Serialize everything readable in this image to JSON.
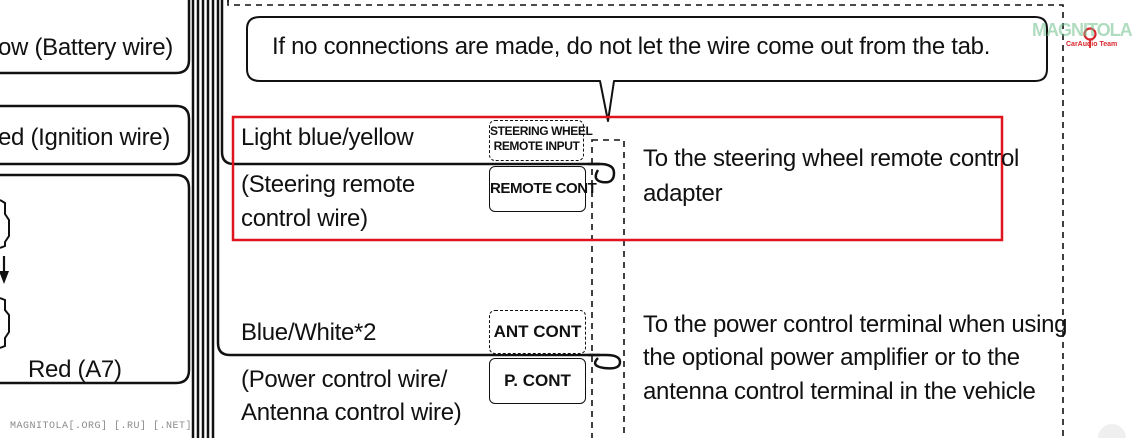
{
  "left_column": {
    "battery_wire": "ow (Battery wire)",
    "ignition_wire": "ed (Ignition wire)",
    "red_a7": "Red (A7)"
  },
  "callout": {
    "text": "If no connections are made, do not let the wire come out from the tab."
  },
  "steering_wire": {
    "color_label": "Light blue/yellow",
    "desc_line1": "(Steering remote",
    "desc_line2": "control wire)",
    "input_box_line1": "STEERING WHEEL",
    "input_box_line2": "REMOTE INPUT",
    "output_box": "REMOTE CONT",
    "target_line1": "To the steering wheel remote control",
    "target_line2": "adapter"
  },
  "power_wire": {
    "color_label": "Blue/White*2",
    "desc_line1": "(Power control wire/",
    "desc_line2": "Antenna control wire)",
    "ant_box": "ANT CONT",
    "p_box": "P. CONT",
    "target_line1": "To the power control terminal when using",
    "target_line2": "the optional power amplifier or to the",
    "target_line3": "antenna control terminal in the vehicle"
  },
  "watermark": {
    "footer": "MAGNITOLA[.ORG] [.RU] [.NET]",
    "logo_main": "MAGNITOLA",
    "logo_sub": "CarAudio Team"
  },
  "colors": {
    "line": "#111111",
    "highlight": "#e0141e",
    "logo_green": "#6fc08a",
    "logo_red": "#d8262d"
  }
}
